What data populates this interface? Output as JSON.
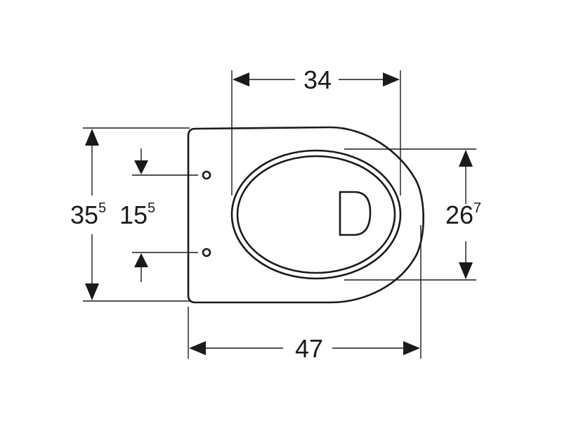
{
  "dimensions": {
    "top_width": {
      "value": "34"
    },
    "bottom_width": {
      "value": "47"
    },
    "left_height": {
      "value": "35",
      "superscript": "5"
    },
    "hole_spacing": {
      "value": "15",
      "superscript": "5"
    },
    "right_height": {
      "value": "26",
      "superscript": "7"
    }
  },
  "colors": {
    "line": "#1a1a1a",
    "background": "#ffffff"
  }
}
